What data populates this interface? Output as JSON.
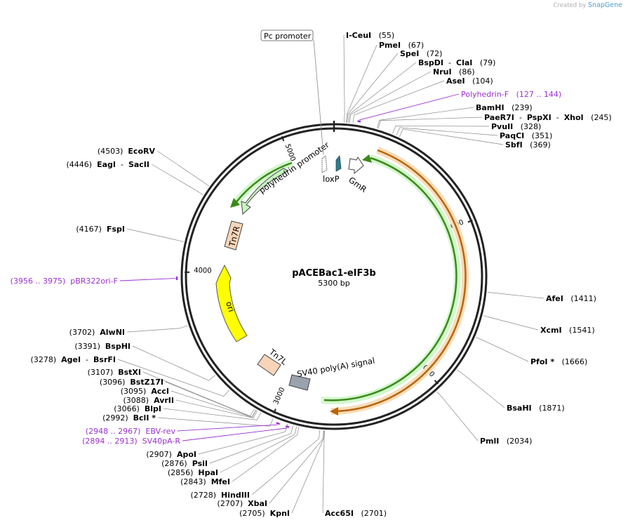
{
  "credit": {
    "prefix": "Created by",
    "brand": "SnapGene"
  },
  "plasmid": {
    "name": "pACEBac1-eIF3b",
    "length_label": "5300 bp",
    "length": 5300
  },
  "ticks": [
    {
      "pos": 1000,
      "label": "1000"
    },
    {
      "pos": 2000,
      "label": "2000"
    },
    {
      "pos": 3000,
      "label": "3000"
    },
    {
      "pos": 4000,
      "label": "4000"
    },
    {
      "pos": 5000,
      "label": "5000"
    }
  ],
  "sites": [
    {
      "name": "I-CeuI",
      "pos": "(55)",
      "bp": 55,
      "side": "right"
    },
    {
      "name": "PmeI",
      "pos": "(67)",
      "bp": 67,
      "side": "right"
    },
    {
      "name": "SpeI",
      "pos": "(72)",
      "bp": 72,
      "side": "right"
    },
    {
      "name": "BspDI",
      "name2": "ClaI",
      "pos": "(79)",
      "bp": 79,
      "side": "right"
    },
    {
      "name": "NruI",
      "pos": "(86)",
      "bp": 86,
      "side": "right"
    },
    {
      "name": "AseI",
      "pos": "(104)",
      "bp": 104,
      "side": "right"
    },
    {
      "name": "BamHI",
      "pos": "(239)",
      "bp": 239,
      "side": "right"
    },
    {
      "name": "PaeR7I",
      "name2": "PspXI",
      "name3": "XhoI",
      "pos": "(245)",
      "bp": 245,
      "side": "right"
    },
    {
      "name": "PvuII",
      "pos": "(328)",
      "bp": 328,
      "side": "right"
    },
    {
      "name": "PaqCI",
      "pos": "(351)",
      "bp": 351,
      "side": "right"
    },
    {
      "name": "SbfI",
      "pos": "(369)",
      "bp": 369,
      "side": "right"
    },
    {
      "name": "AfeI",
      "pos": "(1411)",
      "bp": 1411,
      "side": "right"
    },
    {
      "name": "XcmI",
      "pos": "(1541)",
      "bp": 1541,
      "side": "right"
    },
    {
      "name": "PfoI *",
      "pos": "(1666)",
      "bp": 1666,
      "side": "right"
    },
    {
      "name": "BsaHI",
      "pos": "(1871)",
      "bp": 1871,
      "side": "right"
    },
    {
      "name": "PmlI",
      "pos": "(2034)",
      "bp": 2034,
      "side": "right"
    },
    {
      "name": "Acc65I",
      "pos": "(2701)",
      "bp": 2701,
      "side": "right"
    },
    {
      "name": "KpnI",
      "pos": "(2705)",
      "bp": 2705,
      "side": "left"
    },
    {
      "name": "XbaI",
      "pos": "(2707)",
      "bp": 2707,
      "side": "left"
    },
    {
      "name": "HindIII",
      "pos": "(2728)",
      "bp": 2728,
      "side": "left"
    },
    {
      "name": "MfeI",
      "pos": "(2843)",
      "bp": 2843,
      "side": "left"
    },
    {
      "name": "HpaI",
      "pos": "(2856)",
      "bp": 2856,
      "side": "left"
    },
    {
      "name": "PsiI",
      "pos": "(2876)",
      "bp": 2876,
      "side": "left"
    },
    {
      "name": "ApoI",
      "pos": "(2907)",
      "bp": 2907,
      "side": "left"
    },
    {
      "name": "BclI *",
      "pos": "(2992)",
      "bp": 2992,
      "side": "left"
    },
    {
      "name": "BlpI",
      "pos": "(3066)",
      "bp": 3066,
      "side": "left"
    },
    {
      "name": "AvrII",
      "pos": "(3088)",
      "bp": 3088,
      "side": "left"
    },
    {
      "name": "AccI",
      "pos": "(3095)",
      "bp": 3095,
      "side": "left"
    },
    {
      "name": "BstZ17I",
      "pos": "(3096)",
      "bp": 3096,
      "side": "left"
    },
    {
      "name": "BstXI",
      "pos": "(3107)",
      "bp": 3107,
      "side": "left"
    },
    {
      "name": "AgeI",
      "name2": "BsrFI",
      "pos": "(3278)",
      "bp": 3278,
      "side": "left"
    },
    {
      "name": "BspHI",
      "pos": "(3391)",
      "bp": 3391,
      "side": "left"
    },
    {
      "name": "AlwNI",
      "pos": "(3702)",
      "bp": 3702,
      "side": "left"
    },
    {
      "name": "FspI",
      "pos": "(4167)",
      "bp": 4167,
      "side": "left"
    },
    {
      "name": "EagI",
      "name2": "SacII",
      "pos": "(4446)",
      "bp": 4446,
      "side": "left"
    },
    {
      "name": "EcoRV",
      "pos": "(4503)",
      "bp": 4503,
      "side": "left"
    }
  ],
  "primers": [
    {
      "name": "Polyhedrin-F",
      "range": "(127 .. 144)",
      "start": 127,
      "end": 144,
      "side": "right"
    },
    {
      "name": "pBR322ori-F",
      "range": "(3956 .. 3975)",
      "start": 3956,
      "end": 3975,
      "side": "left"
    },
    {
      "name": "EBV-rev",
      "range": "(2948 .. 2967)",
      "start": 2948,
      "end": 2967,
      "side": "left"
    },
    {
      "name": "SV40pA-R",
      "range": "(2894 .. 2913)",
      "start": 2894,
      "end": 2913,
      "side": "left"
    }
  ],
  "features": [
    {
      "name": "Pc promoter",
      "kind": "boxed-label"
    },
    {
      "name": "loxP",
      "kind": "small"
    },
    {
      "name": "polyhedrin promoter",
      "kind": "arrow"
    },
    {
      "name": "GmR",
      "kind": "arrow"
    },
    {
      "name": "Tn7R",
      "kind": "box"
    },
    {
      "name": "ori",
      "kind": "arrow"
    },
    {
      "name": "Tn7L",
      "kind": "box"
    },
    {
      "name": "SV40 poly(A) signal",
      "kind": "box"
    }
  ],
  "colors": {
    "backbone": "#222222",
    "gene_green": "#c8f5c0",
    "gene_green_stroke": "#3a9a30",
    "orange": "#f4c890",
    "orange_stroke": "#c06a10",
    "ori": "#ffff00",
    "tn7": "#f8d5b8",
    "sv40": "#9aa3ad",
    "primer": "#9b30d0",
    "loxp": "#2d7d8c"
  }
}
